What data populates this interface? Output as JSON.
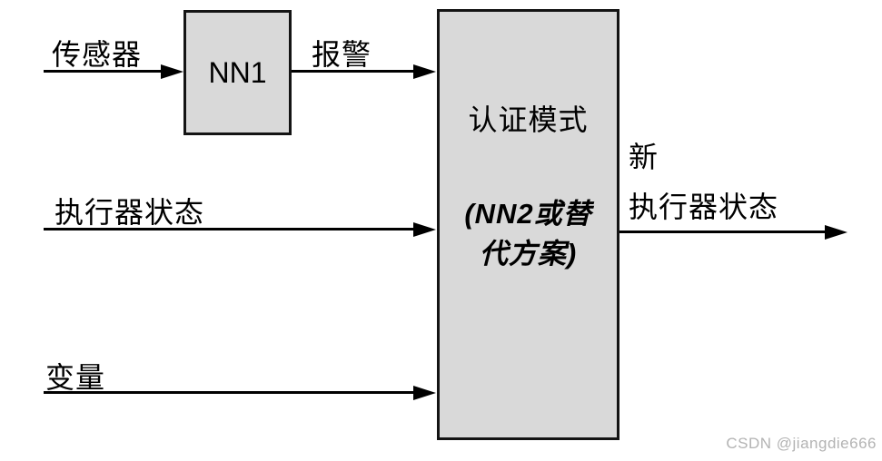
{
  "styles": {
    "background": "#ffffff",
    "box_fill": "#d9d9d9",
    "box_border": "#141414",
    "line_color": "#000000",
    "watermark_color": "#b3b3b3"
  },
  "nodes": {
    "nn1": {
      "label": "NN1"
    },
    "auth": {
      "title": "认证模式",
      "paren_line1": "(NN2或替",
      "paren_line2": "代方案)"
    }
  },
  "edges": {
    "sensor": {
      "label": "传感器"
    },
    "alarm": {
      "label": "报警"
    },
    "actuator_state": {
      "label": "执行器状态"
    },
    "variables": {
      "label": "变量"
    },
    "new_actuator_state": {
      "label_line1": "新",
      "label_line2": "执行器状态"
    }
  },
  "watermark": {
    "text": "CSDN @jiangdie666"
  }
}
